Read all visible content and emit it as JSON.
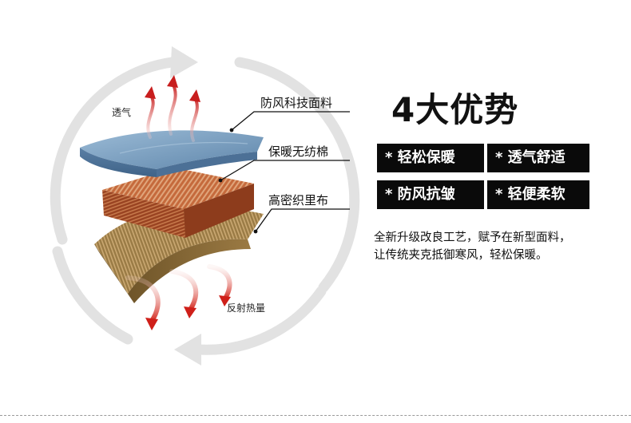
{
  "diagram": {
    "vent_label": "透气",
    "reflect_label": "反射热量",
    "layers": [
      {
        "label": "防风科技面料"
      },
      {
        "label": "保暖无纺棉"
      },
      {
        "label": "高密织里布"
      }
    ]
  },
  "advantages": {
    "title": "4大优势",
    "badges": [
      "* 轻松保暖",
      "* 透气舒适",
      "* 防风抗皱",
      "* 轻便柔软"
    ],
    "description": [
      "全新升级改良工艺，赋予在新型面料，",
      "让传统夹克抵御寒风，轻松保暖。"
    ]
  },
  "colors": {
    "badge_bg": "#0a0a0a",
    "badge_text": "#ffffff",
    "fabric_blue": "#6f93b5",
    "cotton_orange": "#c9683a",
    "lining_gold": "#a98a50",
    "arrow_red": "#c81e1e",
    "cycle_gray": "#dedede"
  }
}
